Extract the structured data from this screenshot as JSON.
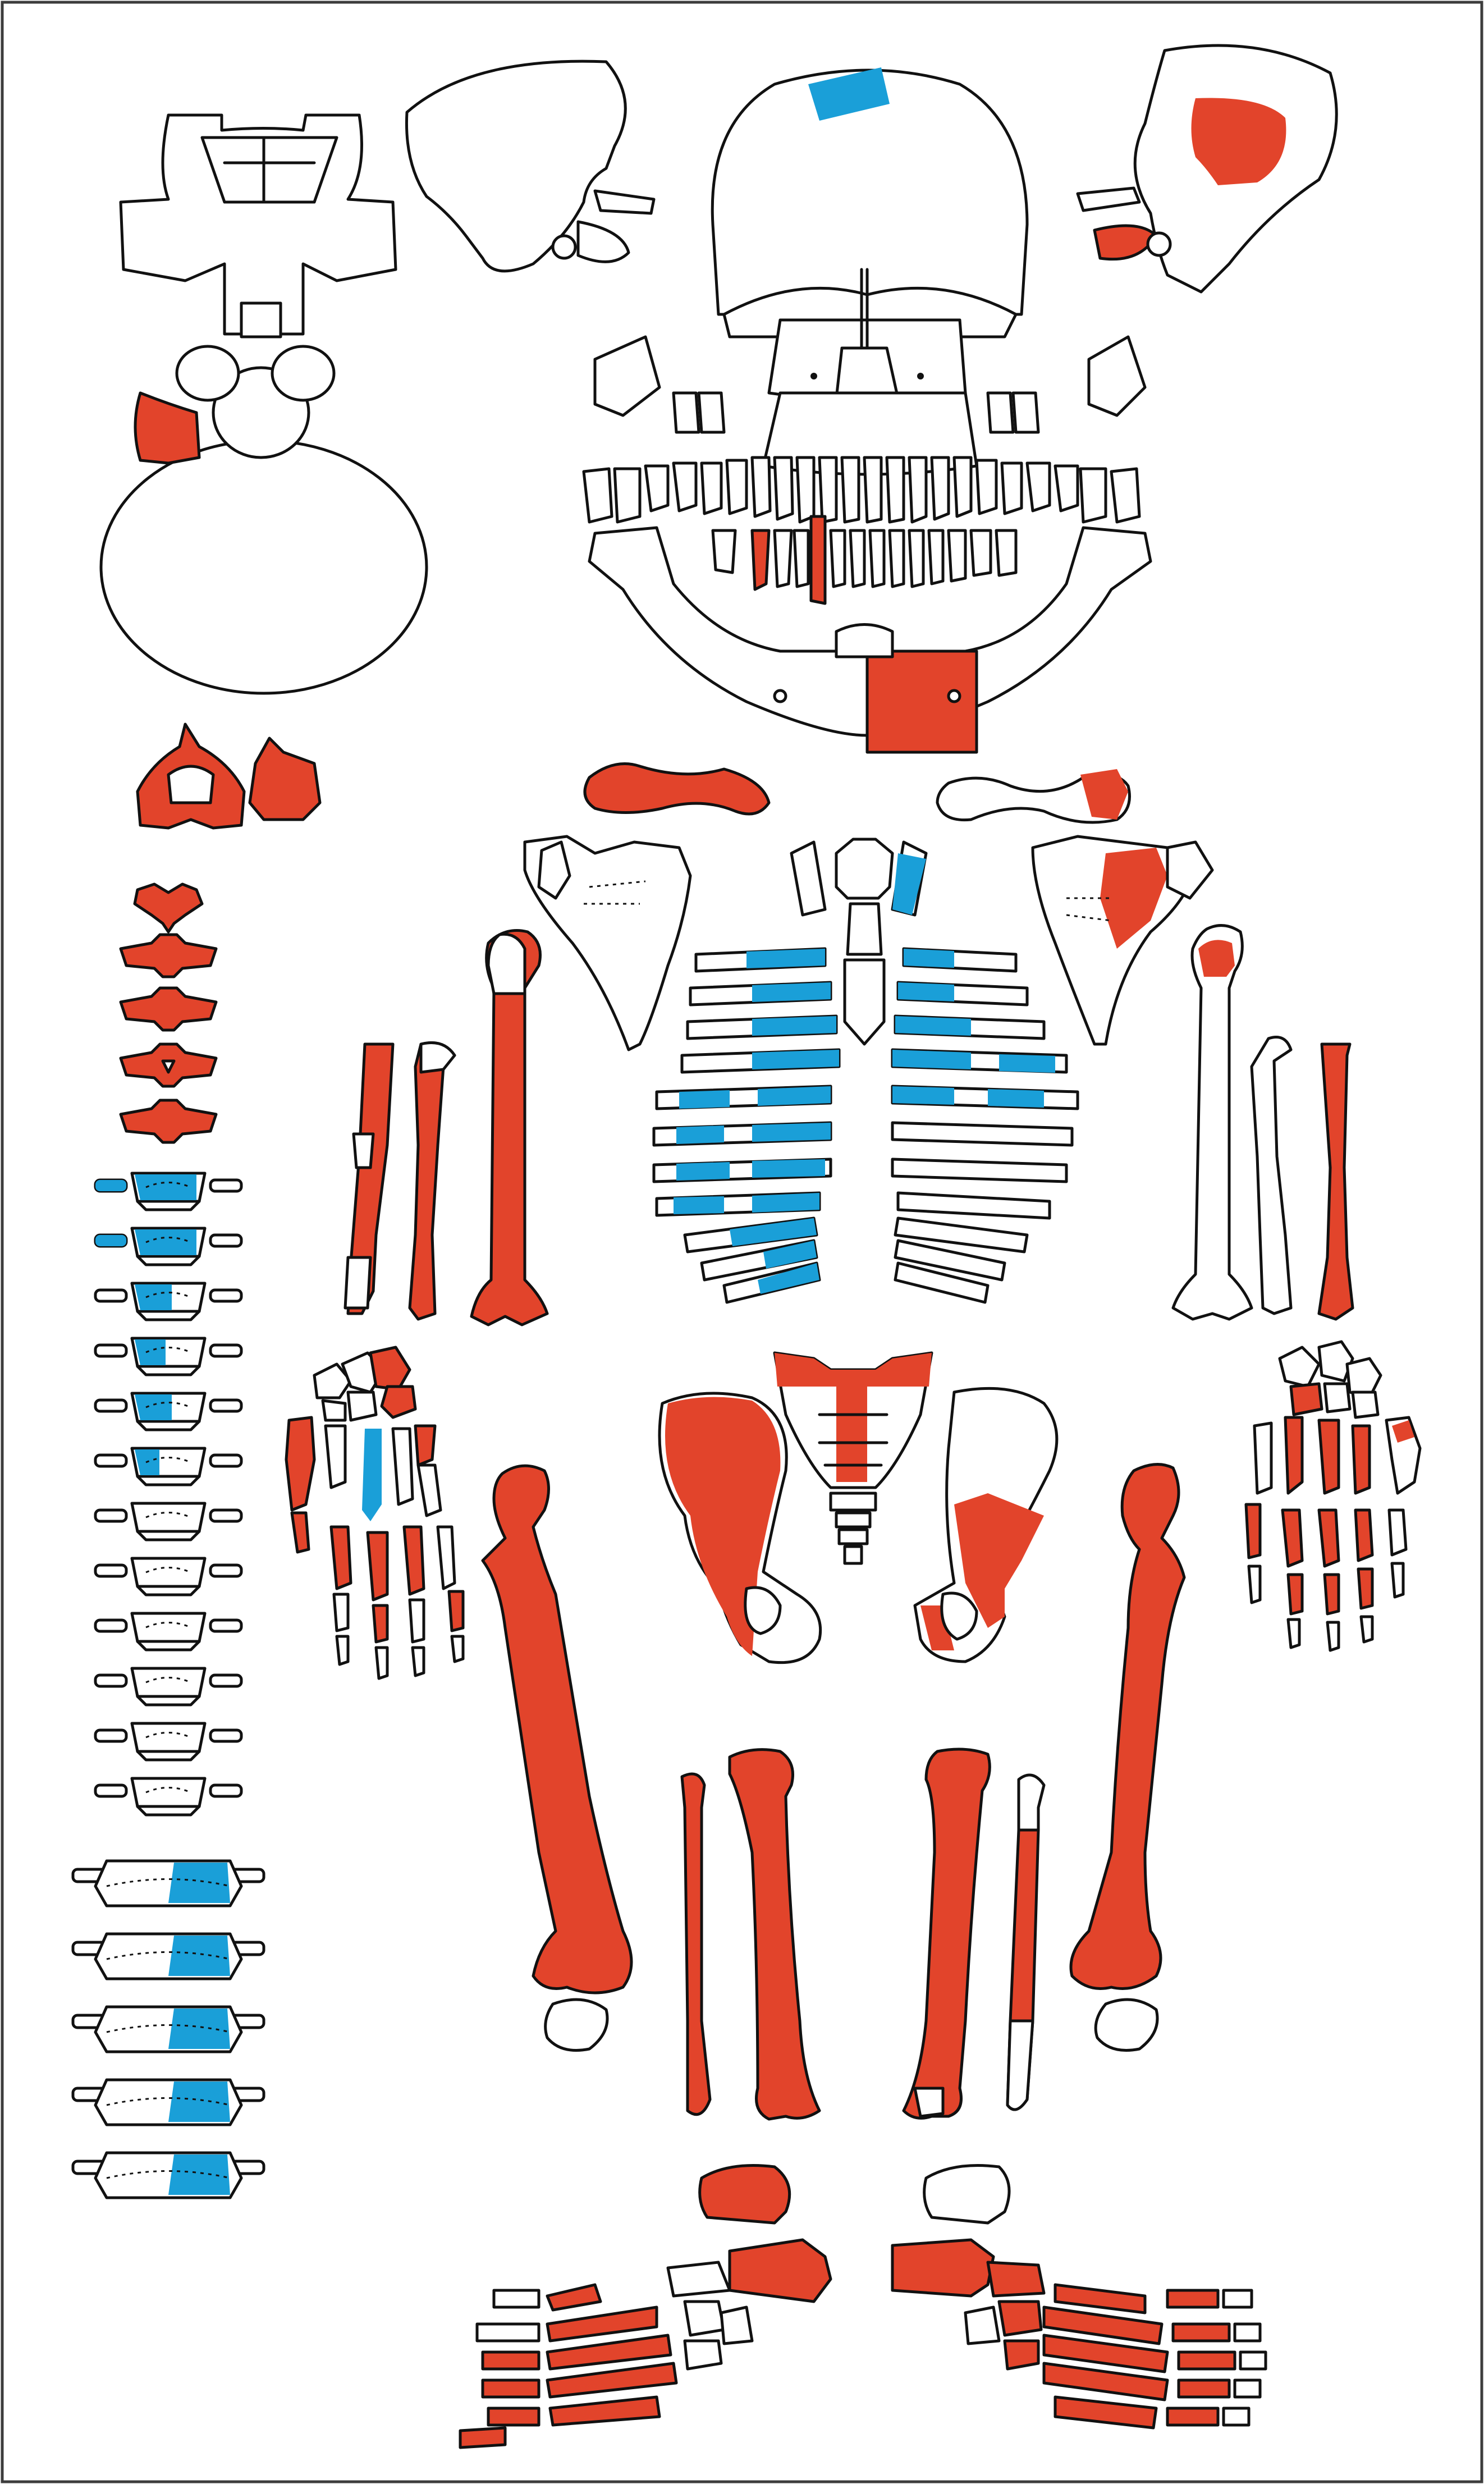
{
  "colors": {
    "present": "#e2442b",
    "blue": "#1a9fd8",
    "outline": "#111111",
    "background": "#ffffff",
    "frame": "#3c3c3c"
  },
  "groups": {
    "skull": [
      "skull-top-view",
      "skull-left-lateral",
      "skull-right-lateral",
      "skull-frontal",
      "mandible",
      "maxilla",
      "teeth-row"
    ],
    "upper_body": [
      "atlas",
      "axis",
      "clavicles",
      "scapulae",
      "sternum",
      "ribs"
    ],
    "spine": [
      "cervical-vertebrae",
      "thoracic-vertebrae",
      "lumbar-vertebrae"
    ],
    "limbs": [
      "humeri",
      "radii",
      "ulnae",
      "hands",
      "pelvis",
      "sacrum",
      "femora",
      "patellae",
      "tibiae",
      "fibulae",
      "feet"
    ]
  }
}
